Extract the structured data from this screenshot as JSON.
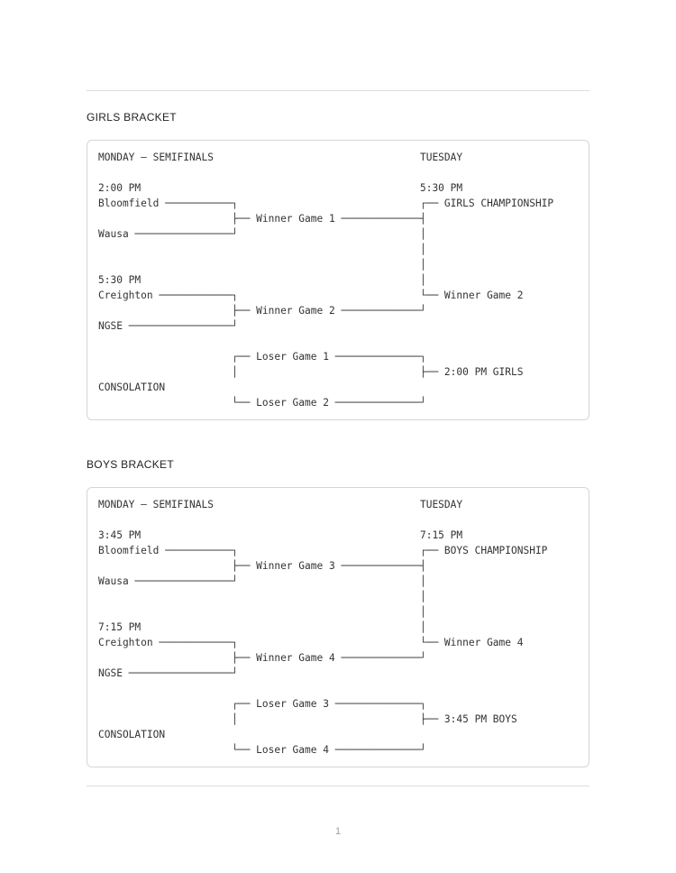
{
  "page": {
    "number": "1"
  },
  "colors": {
    "text": "#333333",
    "heading": "#222222",
    "box_border": "#d6d6d6",
    "divider": "#dcdcdc",
    "page_number": "#9e9e9e",
    "background": "#ffffff"
  },
  "girls": {
    "heading": "GIRLS BRACKET",
    "lines": [
      "MONDAY – SEMIFINALS                                  TUESDAY",
      "",
      "2:00 PM                                              5:30 PM",
      "Bloomfield ───────────┐                              ┌── GIRLS CHAMPIONSHIP",
      "                      ├── Winner Game 1 ─────────────┤",
      "Wausa ────────────────┘                              │",
      "                                                     │",
      "                                                     │",
      "5:30 PM                                              │",
      "Creighton ────────────┐                              └── Winner Game 2",
      "                      ├── Winner Game 2 ─────────────┘",
      "NGSE ─────────────────┘",
      "",
      "                      ┌── Loser Game 1 ──────────────┐",
      "                      │                              ├── 2:00 PM GIRLS",
      "CONSOLATION",
      "                      └── Loser Game 2 ──────────────┘"
    ]
  },
  "boys": {
    "heading": "BOYS BRACKET",
    "lines": [
      "MONDAY – SEMIFINALS                                  TUESDAY",
      "",
      "3:45 PM                                              7:15 PM",
      "Bloomfield ───────────┐                              ┌── BOYS CHAMPIONSHIP",
      "                      ├── Winner Game 3 ─────────────┤",
      "Wausa ────────────────┘                              │",
      "                                                     │",
      "                                                     │",
      "7:15 PM                                              │",
      "Creighton ────────────┐                              └── Winner Game 4",
      "                      ├── Winner Game 4 ─────────────┘",
      "NGSE ─────────────────┘",
      "",
      "                      ┌── Loser Game 3 ──────────────┐",
      "                      │                              ├── 3:45 PM BOYS",
      "CONSOLATION",
      "                      └── Loser Game 4 ──────────────┘"
    ]
  }
}
